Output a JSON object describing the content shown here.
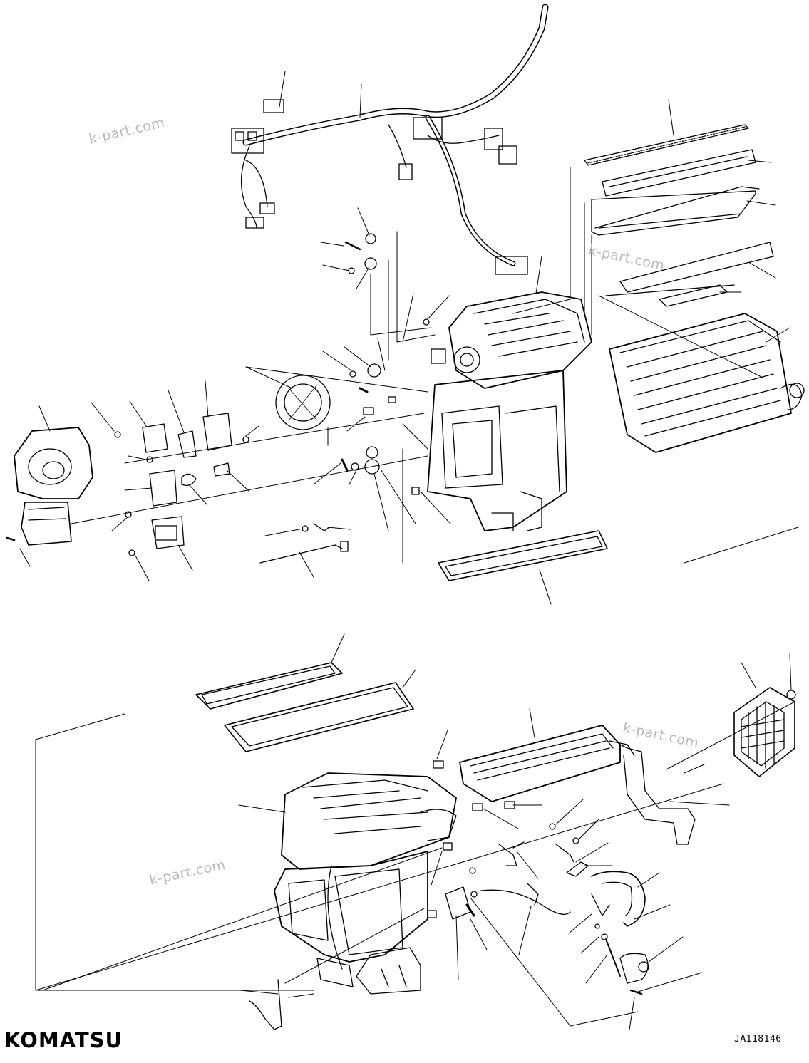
{
  "drawing": {
    "brand": "KOMATSU",
    "figure_code": "JA118146",
    "watermarks": [
      "k-part.com",
      "k-part.com",
      "k-part.com",
      "k-part.com"
    ]
  },
  "colors": {
    "line": "#000000",
    "watermark": "#b9b9b9",
    "background": "#ffffff"
  }
}
